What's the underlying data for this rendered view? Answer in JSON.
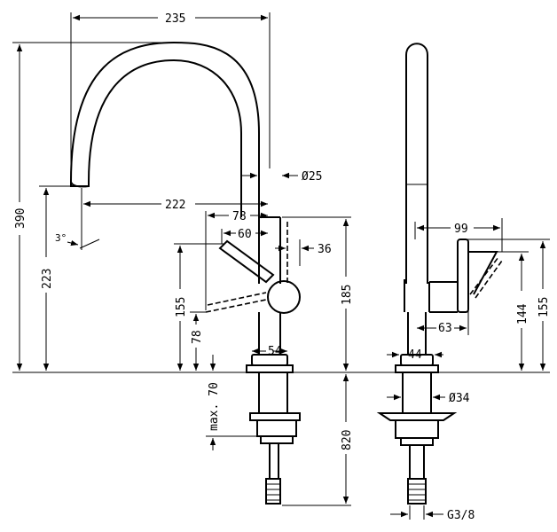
{
  "drawing": {
    "front_view": {
      "total_reach": "235",
      "total_height": "390",
      "spout_reach": "222",
      "spout_height": "223",
      "swivel_angle": "3°",
      "spout_diameter": "Ø25",
      "lever_reach_78": "78",
      "lever_reach_60": "60",
      "lever_offset": "36",
      "lever_height": "155",
      "lever_low": "78",
      "body_height": "185",
      "base_width": "54",
      "max_counter": "max. 70",
      "connection_length": "820"
    },
    "side_view": {
      "lever_reach": "99",
      "lever_height_144": "144",
      "lever_height_155": "155",
      "handle_depth": "63",
      "base_depth": "44",
      "hole_diameter": "Ø34",
      "thread": "G3/8"
    }
  }
}
